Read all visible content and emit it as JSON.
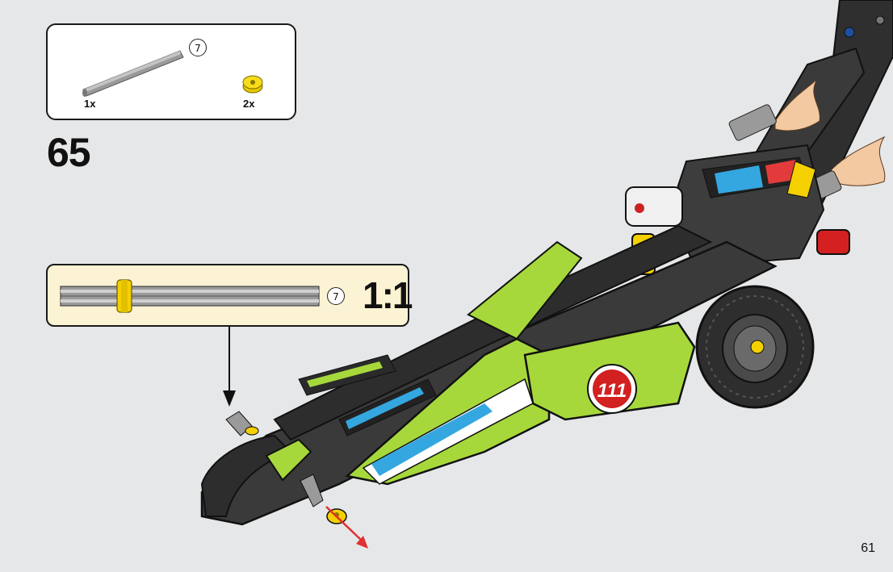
{
  "parts_list": {
    "items": [
      {
        "name": "axle",
        "quantity": "1x",
        "length": "7"
      },
      {
        "name": "bush",
        "quantity": "2x"
      }
    ]
  },
  "step": {
    "number": "65"
  },
  "callout": {
    "length": "7",
    "scale": "1:1"
  },
  "page": {
    "number": "61"
  },
  "colors": {
    "background": "#e6e7e8",
    "callout_bg": "#fbf3d3",
    "lime": "#a6d83c",
    "dark_grey": "#3b3b3b",
    "axle_grey": "#8c8c8c",
    "yellow": "#f5d000",
    "red_arrow": "#e03030"
  }
}
